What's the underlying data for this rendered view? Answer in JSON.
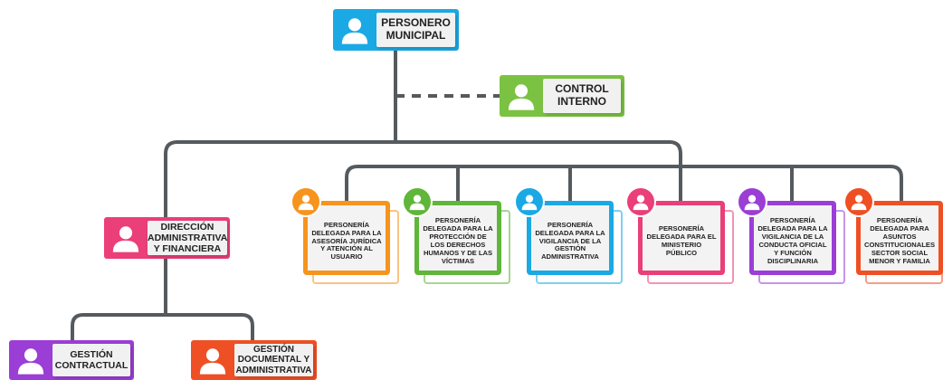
{
  "top": {
    "label": "PERSONERO MUNICIPAL",
    "color": "#1aa9e5"
  },
  "control": {
    "label": "CONTROL INTERNO",
    "color": "#7cc242"
  },
  "admin": {
    "label": "DIRECCIÓN ADMINISTRATIVA Y FINANCIERA",
    "color": "#ea3f78"
  },
  "contractual": {
    "label": "GESTIÓN CONTRACTUAL",
    "color": "#9b3ed6"
  },
  "documental": {
    "label": "GESTIÓN DOCUMENTAL Y ADMINISTRATIVA",
    "color": "#ef4f24"
  },
  "delegates": [
    {
      "label": "PERSONERÍA DELEGADA PARA LA ASESORÍA JURÍDICA Y ATENCIÓN AL USUARIO",
      "color": "#f7941d"
    },
    {
      "label": "PERSONERÍA DELEGADA PARA LA PROTECCIÓN DE LOS DERECHOS HUMANOS Y DE LAS VÍCTIMAS",
      "color": "#5fb63a"
    },
    {
      "label": "PERSONERÍA DELEGADA PARA LA VIGILANCIA DE LA GESTIÓN ADMINISTRATIVA",
      "color": "#1aa9e5"
    },
    {
      "label": "PERSONERÍA DELEGADA PARA EL MINISTERIO PÚBLICO",
      "color": "#ea3f78"
    },
    {
      "label": "PERSONERÍA DELEGADA PARA LA VIGILANCIA DE LA CONDUCTA OFICIAL Y FUNCIÓN DISCIPLINARIA",
      "color": "#9b3ed6"
    },
    {
      "label": "PERSONERÍA DELEGADA PARA ASUNTOS CONSTITUCIONALES SECTOR SOCIAL MENOR Y FAMILIA",
      "color": "#ef4f24"
    }
  ]
}
